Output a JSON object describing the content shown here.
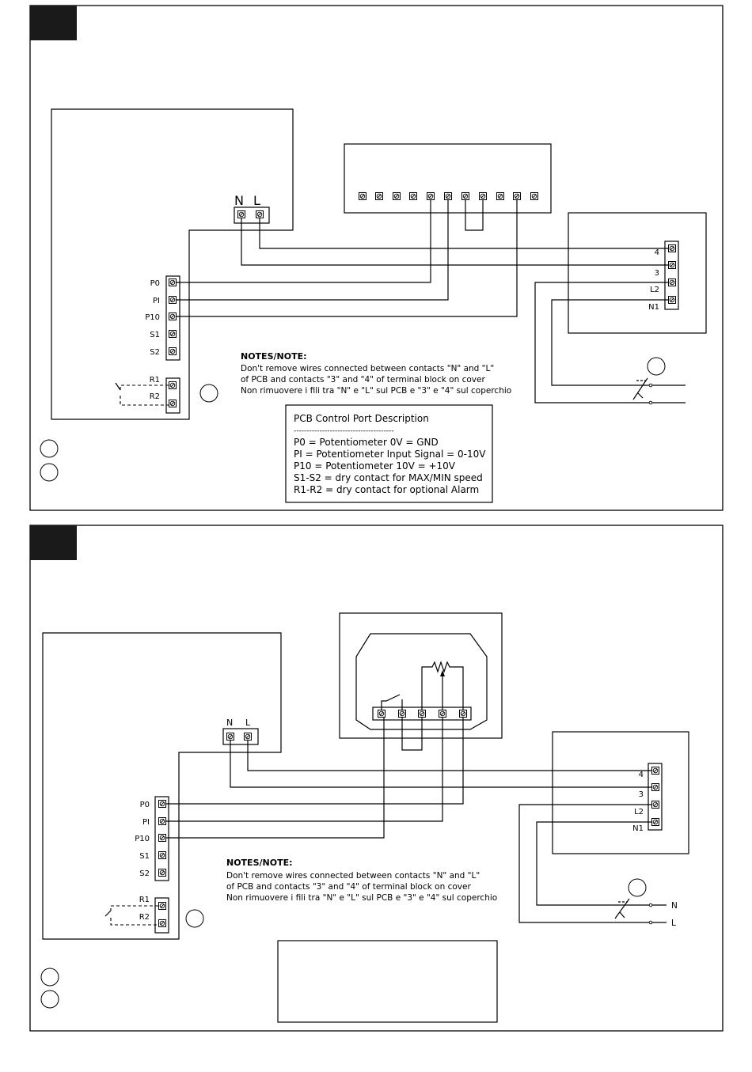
{
  "panel1": {
    "terminal_N": "N",
    "terminal_L": "L",
    "ports": {
      "p0": "P0",
      "pi": "PI",
      "p10": "P10",
      "s1": "S1",
      "s2": "S2",
      "r1": "R1",
      "r2": "R2"
    },
    "cover_terminals": {
      "t4": "4",
      "t3": "3",
      "l2": "L2",
      "n1": "N1"
    },
    "notes": {
      "heading": "NOTES/NOTE:",
      "line1": "Don't remove wires connected between contacts \"N\" and \"L\"",
      "line2": "of PCB and contacts \"3\" and \"4\" of terminal block on cover",
      "line3": "Non rimuovere i fili tra \"N\" e \"L\" sul PCB e \"3\" e \"4\" sul coperchio"
    },
    "description": {
      "title": "PCB Control Port Description",
      "separator": "---------------------------------------",
      "lines": [
        "P0 = Potentiometer 0V = GND",
        "PI = Potentiometer Input Signal = 0-10V",
        "P10 = Potentiometer 10V = +10V",
        "S1-S2 = dry contact for MAX/MIN speed",
        "R1-R2 = dry contact for optional Alarm"
      ]
    }
  },
  "panel2": {
    "terminal_N": "N",
    "terminal_L": "L",
    "ports": {
      "p0": "P0",
      "pi": "PI",
      "p10": "P10",
      "s1": "S1",
      "s2": "S2",
      "r1": "R1",
      "r2": "R2"
    },
    "cover_terminals": {
      "t4": "4",
      "t3": "3",
      "l2": "L2",
      "n1": "N1"
    },
    "mains": {
      "n": "N",
      "l": "L"
    },
    "notes": {
      "heading": "NOTES/NOTE:",
      "line1": "Don't remove wires connected between contacts \"N\" and \"L\"",
      "line2": "of PCB and contacts \"3\" and \"4\" of terminal block on cover",
      "line3": "Non rimuovere i fili tra \"N\" e \"L\" sul PCB e \"3\" e \"4\" sul coperchio"
    }
  }
}
